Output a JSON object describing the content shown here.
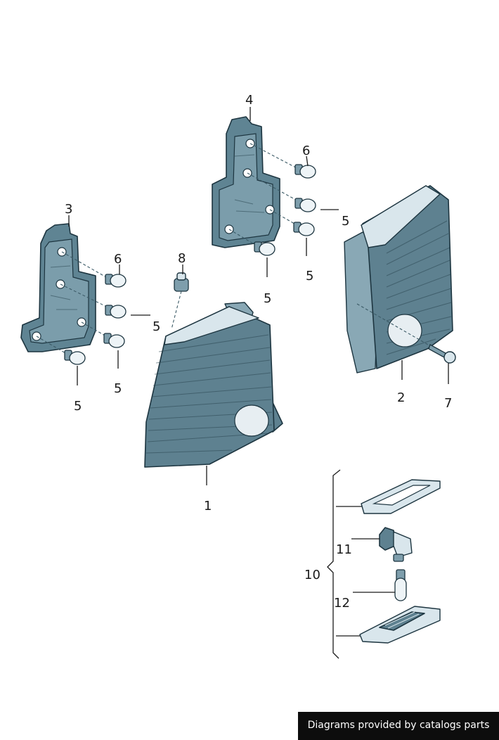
{
  "callouts": {
    "c1": "1",
    "c2": "2",
    "c3": "3",
    "c4": "4",
    "c5a": "5",
    "c5b": "5",
    "c5c": "5",
    "c5d": "5",
    "c5e": "5",
    "c5f": "5",
    "c6a": "6",
    "c6b": "6",
    "c7": "7",
    "c8": "8",
    "c10": "10",
    "c11": "11",
    "c12": "12"
  },
  "footer": {
    "text": "Diagrams provided by catalogs parts"
  },
  "colors": {
    "part_dark": "#5e8190",
    "part_light": "#d9e6ec",
    "outline": "#1d3540",
    "footer_bg": "#0d0d0d"
  }
}
